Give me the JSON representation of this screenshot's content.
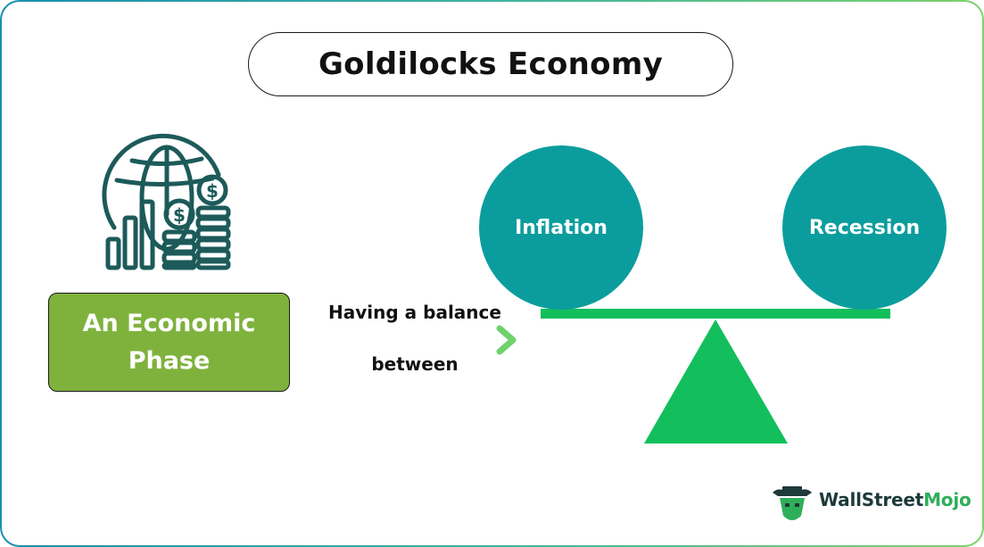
{
  "title": "Goldilocks Economy",
  "phase": {
    "label": "An Economic Phase"
  },
  "connector": {
    "top_label": "Having a balance",
    "bottom_label": "between"
  },
  "scale": {
    "left_weight": "Inflation",
    "right_weight": "Recession"
  },
  "icons": {
    "economy": "globe-coins-bars-icon",
    "brand": "bull-logo-icon"
  },
  "brand": {
    "name_part1": "WallStreet",
    "name_part2": "Mojo"
  },
  "colors": {
    "phase_box": "#7fb23d",
    "circles": "#0b9d9d",
    "scale": "#12bf5c",
    "icon": "#1d5a5a",
    "arrow_start": "#1a8fb0",
    "arrow_end": "#6fd26a"
  }
}
